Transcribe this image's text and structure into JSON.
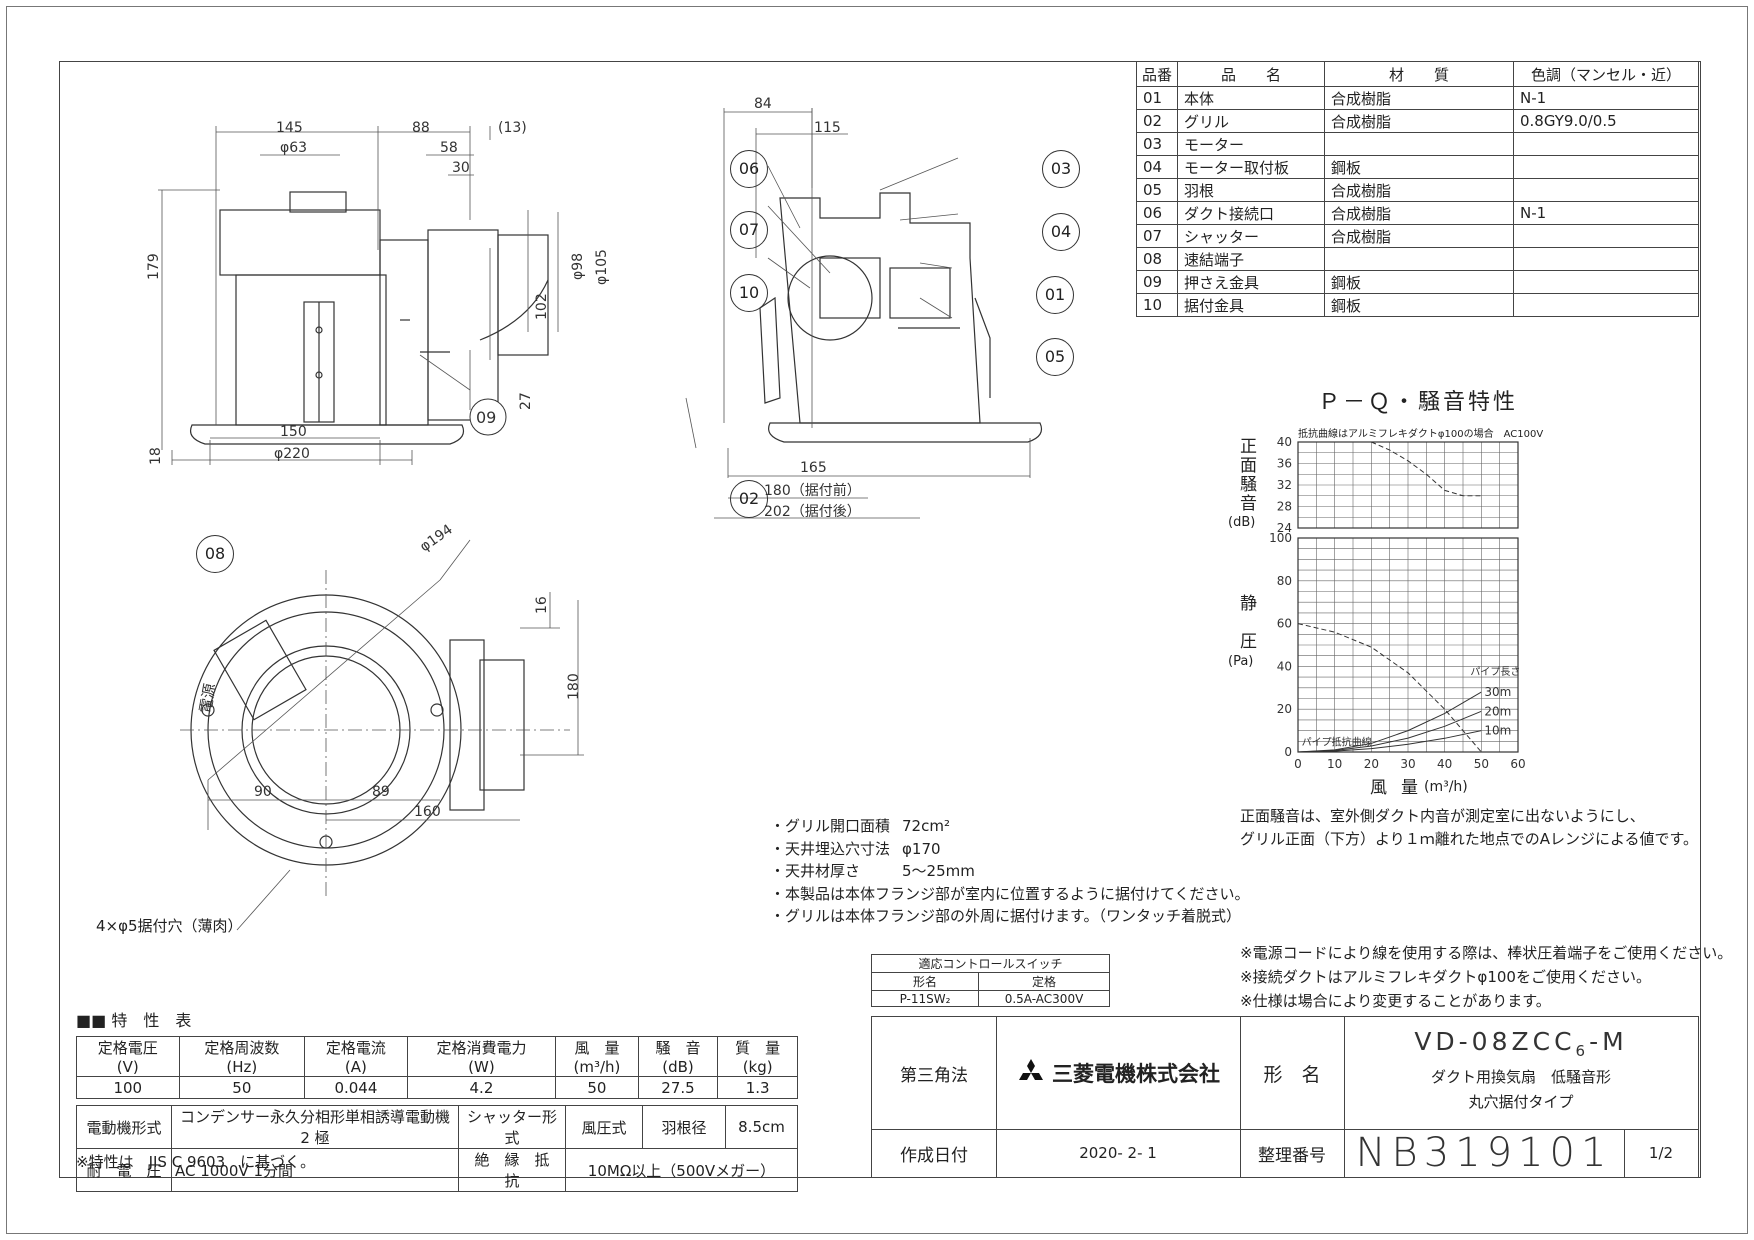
{
  "parts_table": {
    "headers": [
      "品番",
      "品　　名",
      "材　　質",
      "色調（マンセル・近）"
    ],
    "rows": [
      [
        "01",
        "本体",
        "合成樹脂",
        "N-1"
      ],
      [
        "02",
        "グリル",
        "合成樹脂",
        "0.8GY9.0/0.5"
      ],
      [
        "03",
        "モーター",
        "",
        ""
      ],
      [
        "04",
        "モーター取付板",
        "鋼板",
        ""
      ],
      [
        "05",
        "羽根",
        "合成樹脂",
        ""
      ],
      [
        "06",
        "ダクト接続口",
        "合成樹脂",
        "N-1"
      ],
      [
        "07",
        "シャッター",
        "合成樹脂",
        ""
      ],
      [
        "08",
        "速結端子",
        "",
        ""
      ],
      [
        "09",
        "押さえ金具",
        "鋼板",
        ""
      ],
      [
        "10",
        "据付金具",
        "鋼板",
        ""
      ]
    ]
  },
  "side_view": {
    "dims": [
      "145",
      "88",
      "(13)",
      "φ63",
      "58",
      "30",
      "179",
      "φ98",
      "φ105",
      "102",
      "27",
      "18",
      "150",
      "φ220"
    ],
    "callout": "09"
  },
  "section_view": {
    "dims": [
      "84",
      "115",
      "165",
      "180（据付前）",
      "202（据付後）"
    ],
    "callouts": [
      "06",
      "07",
      "10",
      "03",
      "04",
      "01",
      "05",
      "02"
    ]
  },
  "plan_view": {
    "dims": [
      "φ194",
      "16",
      "180",
      "90",
      "89",
      "160"
    ],
    "callout": "08",
    "power_label": "電源",
    "hole_note": "4×φ5据付穴（薄肉）"
  },
  "chart_data": {
    "type": "line",
    "title": "Ｐ－Ｑ・騒音特性",
    "note": "抵抗曲線はアルミフレキダクトφ100の場合　AC100V",
    "noise_ylabel": "正面騒音",
    "noise_unit": "(dB)",
    "noise_ylim": [
      24,
      40
    ],
    "noise_ticks": [
      "40",
      "36",
      "32",
      "28",
      "24"
    ],
    "noise_series": {
      "x": [
        20,
        25,
        30,
        35,
        40,
        45,
        50
      ],
      "y": [
        40,
        38.5,
        36.5,
        34,
        31,
        30,
        30
      ]
    },
    "pressure_ylabel": "静圧",
    "pressure_unit": "(Pa)",
    "ylim": [
      0,
      100
    ],
    "pressure_ticks": [
      "100",
      "80",
      "60",
      "40",
      "20",
      "0"
    ],
    "xlim": [
      0,
      60
    ],
    "x_ticks": [
      "0",
      "10",
      "20",
      "30",
      "40",
      "50",
      "60"
    ],
    "xlabel": "風量",
    "xunit": "(m³/h)",
    "pq_series": {
      "x": [
        0,
        10,
        20,
        30,
        40,
        45,
        50
      ],
      "y": [
        60,
        56,
        49,
        37,
        20,
        10,
        0
      ]
    },
    "pipe_legend": "パイプ長さ",
    "resistance_label": "パイプ抵抗曲線",
    "resistance_series": [
      {
        "name": "30m",
        "x": [
          0,
          10,
          20,
          30,
          40,
          50
        ],
        "y": [
          0,
          1,
          4,
          10,
          18,
          28
        ]
      },
      {
        "name": "20m",
        "x": [
          0,
          10,
          20,
          30,
          40,
          50
        ],
        "y": [
          0,
          0.7,
          2.8,
          6.5,
          12,
          19
        ]
      },
      {
        "name": "10m",
        "x": [
          0,
          10,
          20,
          30,
          40,
          50
        ],
        "y": [
          0,
          0.4,
          1.6,
          3.6,
          6.4,
          10
        ]
      }
    ]
  },
  "noise_note": [
    "正面騒音は、室外側ダクト内音が測定室に出ないようにし、",
    "グリル正面（下方）より１ｍ離れた地点でのAレンジによる値です。"
  ],
  "spec_notes": [
    {
      "label": "・グリル開口面積",
      "value": "72cm²"
    },
    {
      "label": "・天井埋込穴寸法",
      "value": "φ170"
    },
    {
      "label": "・天井材厚さ",
      "value": "5～25mm"
    },
    {
      "label": "・本製品は本体フランジ部が室内に位置するように据付けてください。",
      "value": ""
    },
    {
      "label": "・グリルは本体フランジ部の外周に据付けます。（ワンタッチ着脱式）",
      "value": ""
    }
  ],
  "general_notes": [
    "※電源コードにより線を使用する際は、棒状圧着端子をご使用ください。",
    "※接続ダクトはアルミフレキダクトφ100をご使用ください。",
    "※仕様は場合により変更することがあります。"
  ],
  "switch_table": {
    "title": "適応コントロールスイッチ",
    "headers": [
      "形名",
      "定格"
    ],
    "row": [
      "P-11SW₂",
      "0.5A-AC300V"
    ]
  },
  "spec_table": {
    "title": "特　性　表",
    "headers": [
      [
        "定格電圧",
        "(V)"
      ],
      [
        "定格周波数",
        "(Hz)"
      ],
      [
        "定格電流",
        "(A)"
      ],
      [
        "定格消費電力",
        "(W)"
      ],
      [
        "風　量",
        "(m³/h)"
      ],
      [
        "騒　音",
        "(dB)"
      ],
      [
        "質　量",
        "(kg)"
      ]
    ],
    "values": [
      "100",
      "50",
      "0.044",
      "4.2",
      "50",
      "27.5",
      "1.3"
    ],
    "motor_label": "電動機形式",
    "motor_value": "コンデンサー永久分相形単相誘導電動機 2 極",
    "shutter_label": "シャッター形式",
    "shutter_value": "風圧式",
    "blade_label": "羽根径",
    "blade_value": "8.5cm",
    "voltage_label": "耐　電　圧",
    "voltage_value": "AC 1000V 1分間",
    "insulation_label": "絶　縁　抵　抗",
    "insulation_value": "10MΩ以上（500Vメガー）",
    "footnote": "※特性は　JIS C 9603　に基づく。"
  },
  "title_block": {
    "projection": "第三角法",
    "company": "三菱電機株式会社",
    "model_label": "形　名",
    "model": "VD-08ZCC",
    "model_sub": "6",
    "model_suffix": "-M",
    "desc1": "ダクト用換気扇　低騒音形",
    "desc2": "丸穴据付タイプ",
    "date_label": "作成日付",
    "date": "2020- 2- 1",
    "number_label": "整理番号",
    "number": "NB319101",
    "page": "1/2"
  }
}
